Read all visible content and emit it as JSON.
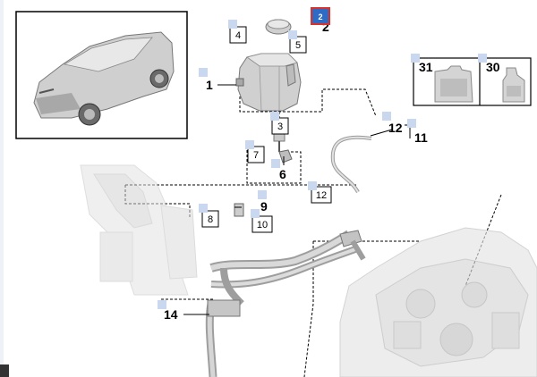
{
  "callouts": {
    "c1": "1",
    "c2": "2",
    "c3": "3",
    "c4": "4",
    "c5": "5",
    "c6": "6",
    "c7": "7",
    "c8": "8",
    "c9": "9",
    "c10": "10",
    "c11": "11",
    "c12a": "12",
    "c12b": "12",
    "c14": "14",
    "c30": "30",
    "c31": "31"
  },
  "selected_marker": {
    "label": "2"
  },
  "colors": {
    "marker": "#c9d8ee",
    "marker_selected": "#2d6bc4",
    "selected_border": "#d9312b",
    "part_fill": "#d4d4d4",
    "part_dark": "#9a9a9a",
    "line": "#000000"
  }
}
